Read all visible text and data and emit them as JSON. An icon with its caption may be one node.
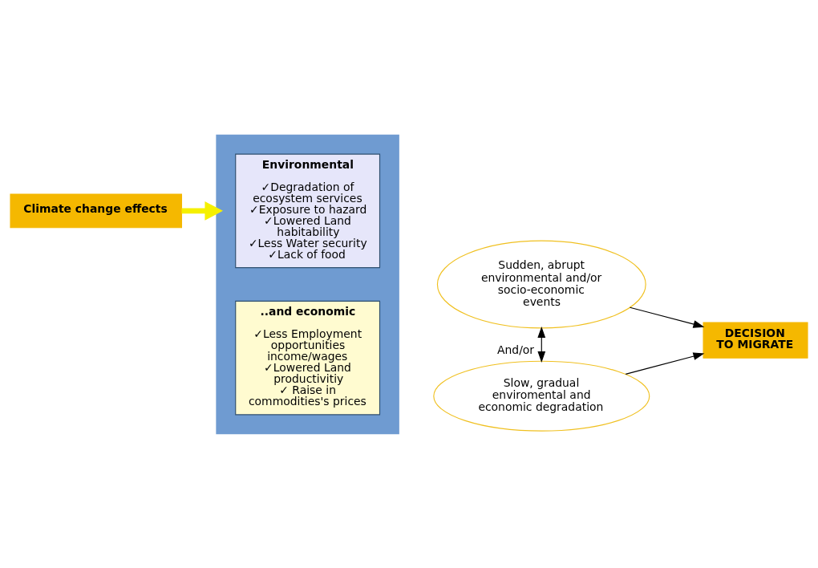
{
  "diagram": {
    "nodes": [
      {
        "text": [
          "Climate change effects"
        ]
      },
      {
        "text": [],
        "shape": "arrow"
      },
      {
        "text": [
          "Environmental",
          "✓Degradation of ecosystem services",
          "✓Exposure to hazard",
          "✓Lowered Land habitability",
          "✓Less Water security",
          "✓Lack of food"
        ],
        "in": 1
      },
      {
        "text": [
          "..and economic",
          "✓Less Employment opportunities income/wages",
          "✓Lowered Land productivitiy",
          "✓ Raise in commodities's prices"
        ],
        "in": 1
      },
      {
        "text": [
          "Sudden, abrupt environmental and/or socio-economic events"
        ]
      },
      {
        "text": [
          "Slow, gradual enviromental and economic degradation"
        ]
      },
      {
        "text": [
          "DECISION TO MIGRATE"
        ]
      }
    ],
    "edges": [
      {
        "from": 0,
        "to": 1,
        "arrow": "to",
        "style": "thick",
        "color": "#f5f000"
      },
      {
        "from": 4,
        "to": 5,
        "arrow": "both",
        "label": "And/or"
      },
      {
        "from": 4,
        "to": 6,
        "arrow": "to"
      },
      {
        "from": 5,
        "to": 6,
        "arrow": "to"
      }
    ]
  }
}
